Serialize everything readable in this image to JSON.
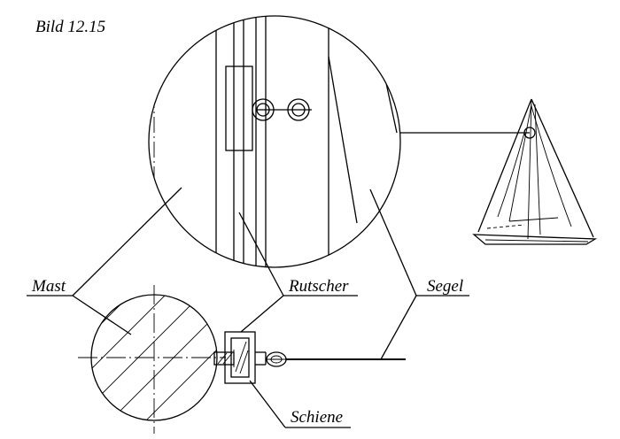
{
  "figure_label": "Bild 12.15",
  "labels": {
    "mast": "Mast",
    "rutscher": "Rutscher",
    "segel": "Segel",
    "schiene": "Schiene"
  },
  "icons": [
    "sailboat-icon"
  ]
}
